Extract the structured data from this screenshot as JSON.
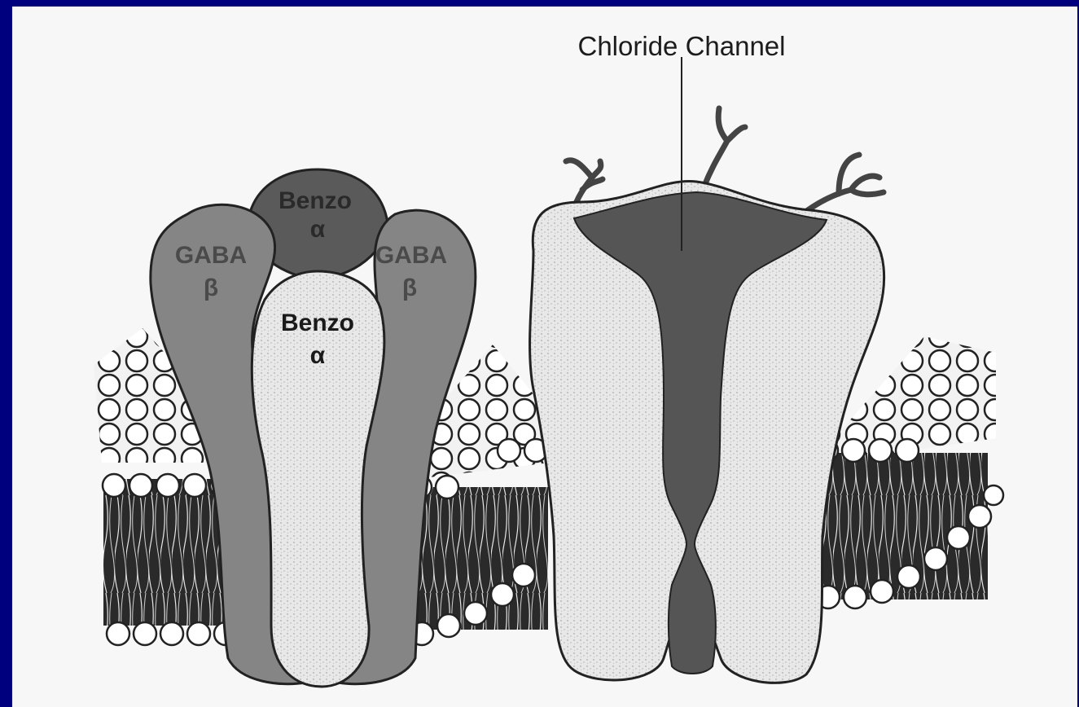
{
  "slide_bg": "#00007f",
  "title": "Chloride Channel",
  "left_receptor": {
    "gaba_left": {
      "name": "GABA",
      "sub": "β"
    },
    "benzo_back": {
      "name": "Benzo",
      "sub": "α"
    },
    "gaba_right": {
      "name": "GABA",
      "sub": "β"
    },
    "benzo_front": {
      "name": "Benzo",
      "sub": "α"
    }
  }
}
